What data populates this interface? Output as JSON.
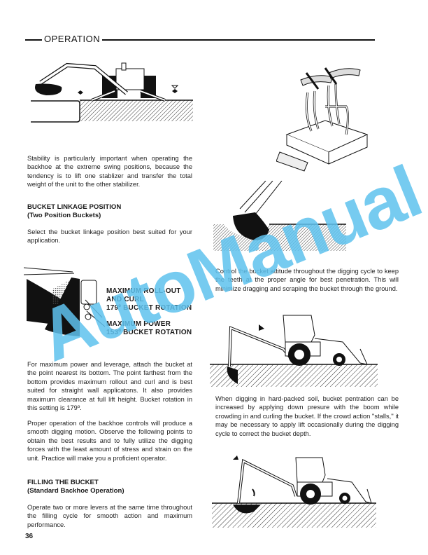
{
  "header": {
    "section_title": "OPERATION"
  },
  "left_column": {
    "stability_paragraph": "Stability is particularly important when operating the backhoe at the extreme swing positions, because the tendency is to lift one stablizer and transfer the total weight of the unit to the other stabilizer.",
    "bucket_linkage": {
      "heading": "BUCKET LINKAGE POSITION",
      "subheading": "(Two Position Buckets)",
      "intro": "Select the bucket linkage position best suited for your application.",
      "figure_labels": [
        "MAXIMUM ROLL-OUT",
        "AND CURL",
        "179º BUCKET ROTATION",
        "MAXIMUM POWER",
        "153º BUCKET ROTATION"
      ],
      "leverage_paragraph": "For maximum power and leverage, attach the bucket at the point nearest its bottom. The point farthest from the bottom provides maximum rollout and curl and is best suited for straight wall applicatons. It also provides maximum clearance at full lift height. Bucket rotation in this setting is 179º.",
      "controls_paragraph": "Proper operation of the backhoe controls will produce a smooth digging motion. Observe the following points to obtain the best results and to fully utilize the digging forces with the least amount of stress and strain on the unit. Practice will make you a proficient operator."
    },
    "filling": {
      "heading": "FILLING THE BUCKET",
      "subheading": "(Standard Backhoe Operation)",
      "paragraph": "Operate two or more levers at the same time throughout the filling cycle for smooth action and maximum performance."
    },
    "page_number": "36"
  },
  "right_column": {
    "attitude_paragraph": "Control the bucket attitude throughout the digging cycle to keep the teeth at the proper angle for best penetration. This will minimize dragging and scraping the bucket through the ground.",
    "hard_soil_paragraph": "When digging in hard-packed soil, bucket pentration can be increased by applying down presure with the boom while crowding in and curling the bucket. If the crowd action ''stalls,'' it may be necessary to apply lift occasionally during the digging cycle to correct the bucket depth."
  },
  "figures": [
    {
      "id": "stabilizer-figure",
      "description": "backhoe-rear-view-swing-icon"
    },
    {
      "id": "control-levers-figure",
      "description": "control-lever-console-icon"
    },
    {
      "id": "bucket-in-ground-figure",
      "description": "bucket-penetration-icon"
    },
    {
      "id": "bucket-linkage-figure",
      "description": "bucket-linkage-positions-icon"
    },
    {
      "id": "backhoe-down-pressure-figure",
      "description": "backhoe-loader-side-icon"
    },
    {
      "id": "backhoe-lift-figure",
      "description": "backhoe-loader-side-icon"
    }
  ],
  "watermark": {
    "text": "AutoManual",
    "color": "#5fc2ee"
  }
}
